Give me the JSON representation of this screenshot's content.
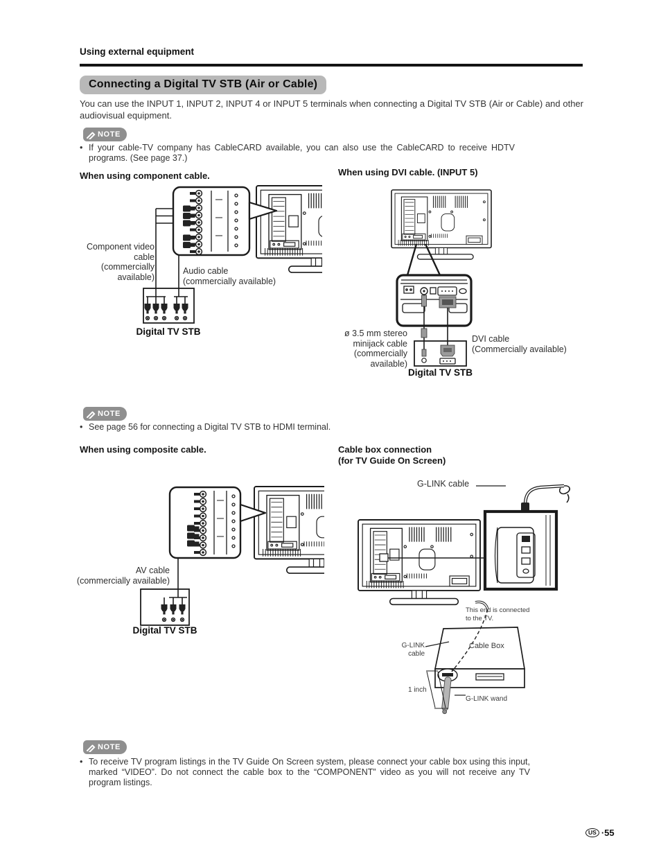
{
  "page": {
    "section_header": "Using external equipment",
    "title": "Connecting a Digital TV STB (Air or Cable)",
    "intro": "You can use the INPUT 1, INPUT 2, INPUT 4 or INPUT 5 terminals when connecting a Digital TV STB (Air or Cable) and other audiovisual equipment.",
    "footer": {
      "region": "US",
      "page_number": "·55"
    }
  },
  "bullet": "•",
  "note_badge_label": "NOTE",
  "notes": {
    "cablecard": "If your cable-TV company has CableCARD available, you can also use the CableCARD to receive HDTV programs. (See page 37.)",
    "hdmi": "See page 56 for connecting a Digital TV STB to HDMI terminal.",
    "tv_guide": "To receive TV program listings in the TV Guide On Screen system, please connect your cable box using this input, marked “VIDEO”. Do not connect the cable box to the “COMPONENT” video as you will not receive any TV program listings."
  },
  "sections": {
    "component": {
      "heading": "When using component cable.",
      "component_cable_label": "Component video\ncable\n(commercially\navailable)",
      "audio_cable_label": "Audio cable\n(commercially available)",
      "stb_label": "Digital TV STB"
    },
    "dvi": {
      "heading": "When using DVI cable. (INPUT 5)",
      "minijack_label": "ø 3.5 mm stereo\nminijack cable\n(commercially\navailable)",
      "dvi_cable_label": "DVI cable\n(Commercially available)",
      "stb_label": "Digital TV STB"
    },
    "composite": {
      "heading": "When using composite cable.",
      "av_cable_label": "AV cable\n(commercially available)",
      "stb_label": "Digital TV STB"
    },
    "cable_box": {
      "heading": "Cable box connection\n(for TV Guide On Screen)",
      "glink_cable_label": "G-LINK cable",
      "tv_end_label": "This end is connected\nto the TV.",
      "glink_cable_small_label": "G-LINK\ncable",
      "cable_box_label": "Cable Box",
      "one_inch_label": "1 inch",
      "glink_wand_label": "G-LINK wand"
    }
  }
}
